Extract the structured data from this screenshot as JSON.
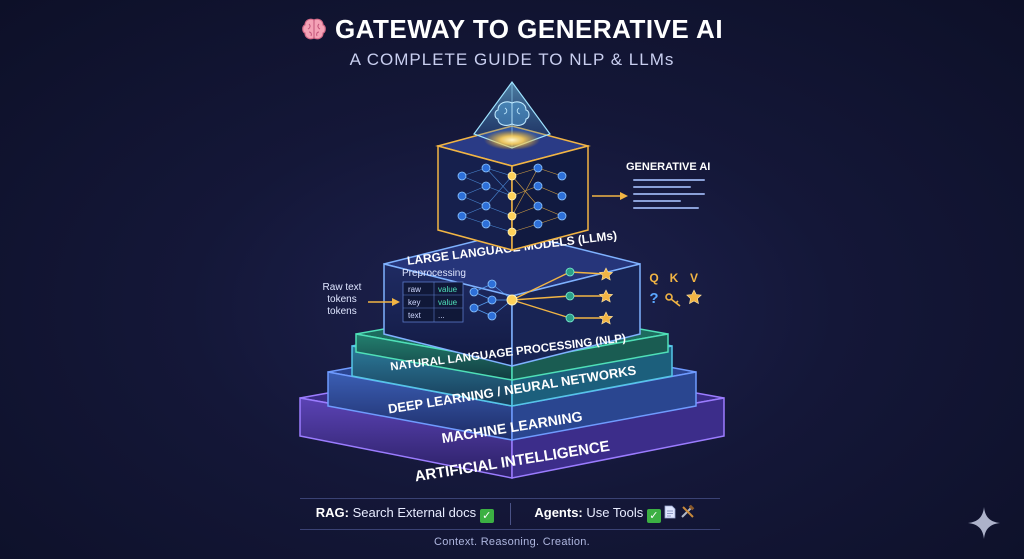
{
  "header": {
    "title": "GATEWAY TO GENERATIVE AI",
    "title_icon": "brain-emoji",
    "subtitle": "A COMPLETE GUIDE TO NLP & LLMs"
  },
  "pyramid": {
    "layers": [
      {
        "label": "ARTIFICIAL INTELLIGENCE",
        "color": "#7c5cd6"
      },
      {
        "label": "MACHINE LEARNING",
        "color": "#4a76c9"
      },
      {
        "label": "DEEP LEARNING / NEURAL NETWORKS",
        "color": "#3b8fb0"
      },
      {
        "label": "NATURAL LANGUAGE PROCESSING (NLP)",
        "color": "#2aa08a"
      },
      {
        "label": "LARGE LANGUAGE MODELS (LLMs)",
        "color": "#3f6fd8"
      }
    ]
  },
  "generative_ai": {
    "label": "GENERATIVE AI"
  },
  "input": {
    "lines": [
      "Raw text",
      "tokens",
      "tokens"
    ]
  },
  "preprocessing": {
    "title": "Preprocessing",
    "rows": [
      {
        "key": "raw",
        "value": "value"
      },
      {
        "key": "key",
        "value": "value"
      },
      {
        "key": "text",
        "value": "..."
      }
    ]
  },
  "qkv": {
    "q": "Q",
    "k": "K",
    "v": "V",
    "q_icon": "question-mark-icon",
    "k_icon": "key-icon",
    "v_icon": "star-icon"
  },
  "footer": {
    "rag_label": "RAG:",
    "rag_text": "Search External docs",
    "rag_icon": "check-icon",
    "agents_label": "Agents:",
    "agents_text": "Use Tools",
    "agents_icons": [
      "check-icon",
      "document-icon",
      "tools-icon"
    ],
    "tagline": "Context. Reasoning. Creation."
  },
  "colors": {
    "background": "#141738",
    "accent_gold": "#f2b544",
    "accent_blue": "#5aa8ff",
    "neon_teal": "#38d6c4"
  }
}
